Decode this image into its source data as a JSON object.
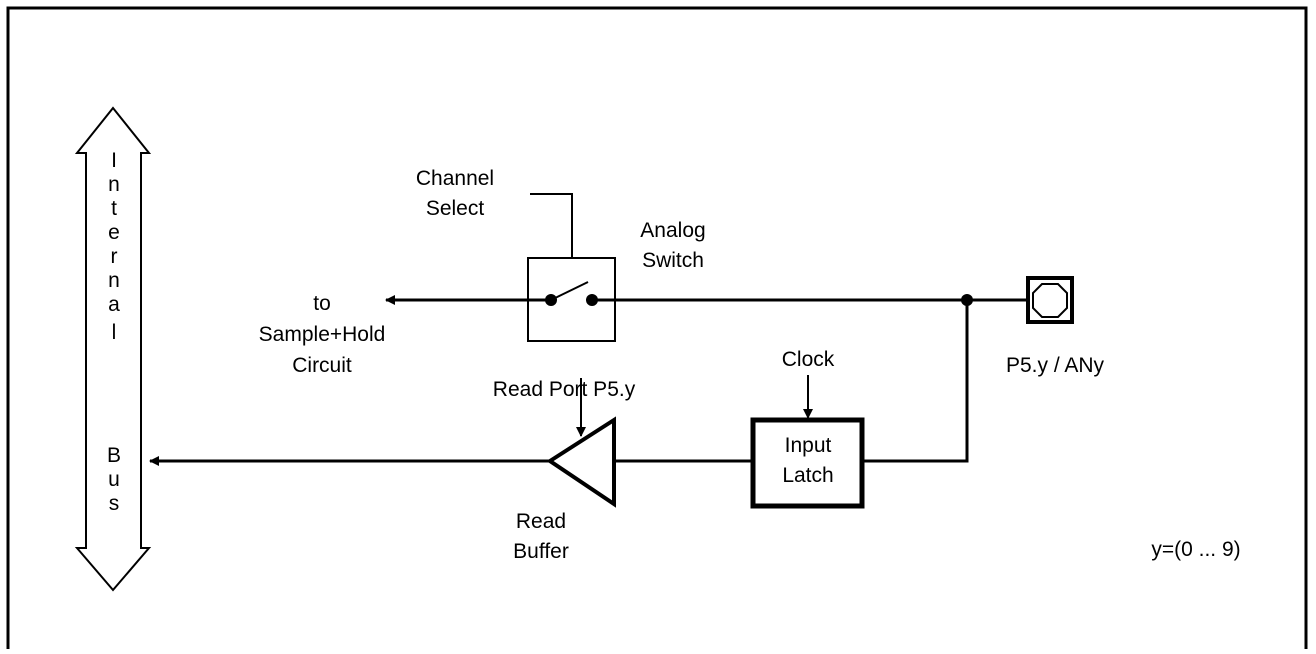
{
  "bus": {
    "label_letters": [
      "I",
      "n",
      "t",
      "e",
      "r",
      "n",
      "a",
      "l",
      "B",
      "u",
      "s"
    ]
  },
  "labels": {
    "channel_select": [
      "Channel",
      "Select"
    ],
    "analog_switch": [
      "Analog",
      "Switch"
    ],
    "sample_hold": [
      "to",
      "Sample+Hold",
      "Circuit"
    ],
    "clock": "Clock",
    "pin": "P5.y / ANy",
    "read_port": "Read Port P5.y",
    "input_latch": [
      "Input",
      "Latch"
    ],
    "read_buffer": [
      "Read",
      "Buffer"
    ],
    "range": "y=(0 ... 9)"
  },
  "colors": {
    "line": "#000000",
    "background": "#ffffff"
  }
}
